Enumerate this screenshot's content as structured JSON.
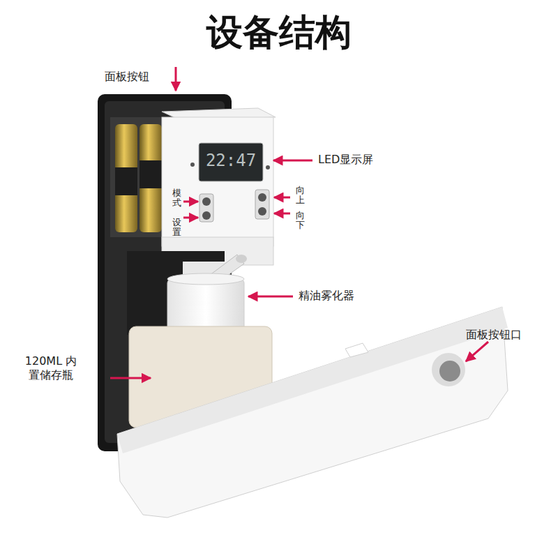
{
  "diagram": {
    "title": "设备结构",
    "labels": [
      "面板按钮",
      "LED显示屏",
      "22:47",
      "模式",
      "设置",
      "向上",
      "向下",
      "精油雾化器",
      "120ML 内置储存瓶",
      "面板按钮口"
    ]
  }
}
